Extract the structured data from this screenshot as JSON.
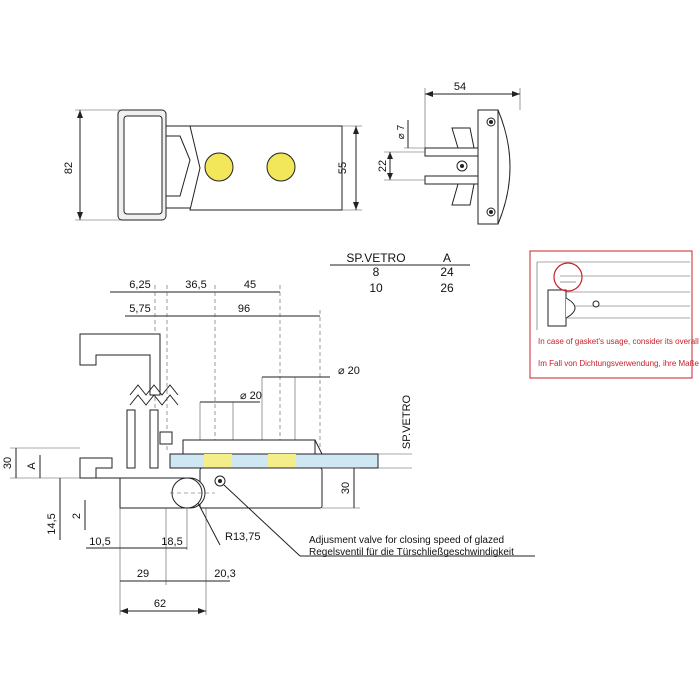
{
  "colors": {
    "glass": "#cfe6f3",
    "glass_spacer": "#f4ee8a",
    "bolt": "#f2e65a",
    "red_frame": "#c8202a"
  },
  "top_view": {
    "dim_height": "82",
    "dim_inner": "55"
  },
  "side_view": {
    "dim_width": "54",
    "dim_pin_diameter": "⌀ 7",
    "dim_gap": "22"
  },
  "table": {
    "header_col1": "SP.VETRO",
    "header_col2": "A",
    "rows": [
      {
        "sp": "8",
        "a": "24"
      },
      {
        "sp": "10",
        "a": "26"
      }
    ]
  },
  "detail": {
    "note_en": "In case of gasket's usage, consider its overall dimension.",
    "note_de": "Im Fall von Dichtungsverwendung, ihre Maße berücksichtigen."
  },
  "main_view": {
    "dims": {
      "d_6_25": "6,25",
      "d_36_5": "36,5",
      "d_45": "45",
      "d_5_75": "5,75",
      "d_96": "96",
      "d_dia20_a": "⌀ 20",
      "d_dia20_b": "⌀ 20",
      "d_30_left": "30",
      "d_A": "A",
      "d_30_right": "30",
      "d_14_5": "14,5",
      "d_2": "2",
      "d_10_5": "10,5",
      "d_18_5": "18,5",
      "d_R": "R13,75",
      "d_29": "29",
      "d_20_3": "20,3",
      "d_62": "62"
    },
    "glass_label": "SP.VETRO",
    "valve_note_en": "Adjusment valve for closing speed of glazed",
    "valve_note_de": "Regelsventil für die Türschließgeschwindigkeit"
  }
}
